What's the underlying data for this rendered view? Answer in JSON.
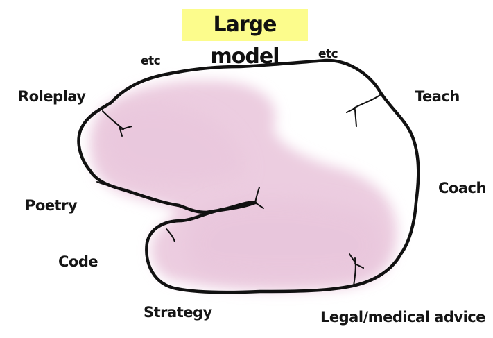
{
  "title": "Large model",
  "labels": {
    "etc_left": "etc",
    "etc_right": "etc",
    "roleplay": "Roleplay",
    "teach": "Teach",
    "poetry": "Poetry",
    "coach": "Coach",
    "code": "Code",
    "strategy": "Strategy",
    "legal_medical": "Legal/medical advice"
  },
  "colors": {
    "fill": "#eccde0",
    "outline": "#111111",
    "title_highlight": "#fcfc8c"
  }
}
